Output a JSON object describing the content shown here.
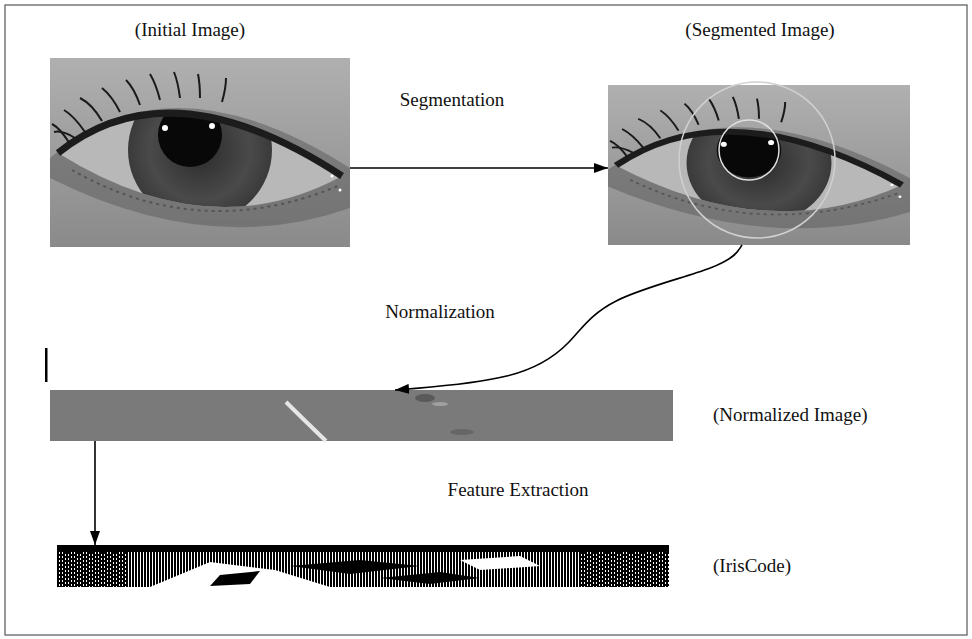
{
  "diagram": {
    "nodes": [
      {
        "text": [
          "(Initial Image)"
        ]
      },
      {
        "text": [
          "(Segmented Image)"
        ]
      },
      {
        "text": [
          "(Normalized Image)"
        ]
      },
      {
        "text": [
          "(IrisCode)"
        ]
      }
    ],
    "edges": [
      {
        "from": 0,
        "to": 1,
        "label": "Segmentation",
        "arrow": "to"
      },
      {
        "from": 1,
        "to": 2,
        "label": "Normalization",
        "arrow": "to"
      },
      {
        "from": 2,
        "to": 3,
        "label": "Feature Extraction",
        "arrow": "to"
      }
    ]
  }
}
